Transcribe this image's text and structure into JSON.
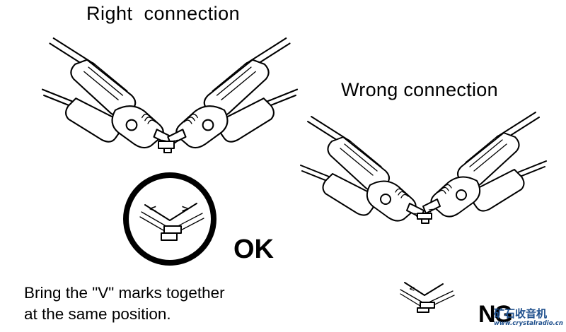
{
  "titles": {
    "right": "Right  connection",
    "wrong": "Wrong connection"
  },
  "labels": {
    "ok": "OK",
    "ng": "NG"
  },
  "instruction": {
    "line1": "Bring the \"V\" marks together",
    "line2": "at the same position."
  },
  "watermark": {
    "text": "矿石收音机",
    "url": "www.crystalradio.cn",
    "color": "#1e4f8c"
  },
  "icons": [
    "crimp-tool-pair-right",
    "crimp-tool-pair-wrong",
    "v-mark-detail-circle",
    "v-mark-detail-misaligned"
  ]
}
